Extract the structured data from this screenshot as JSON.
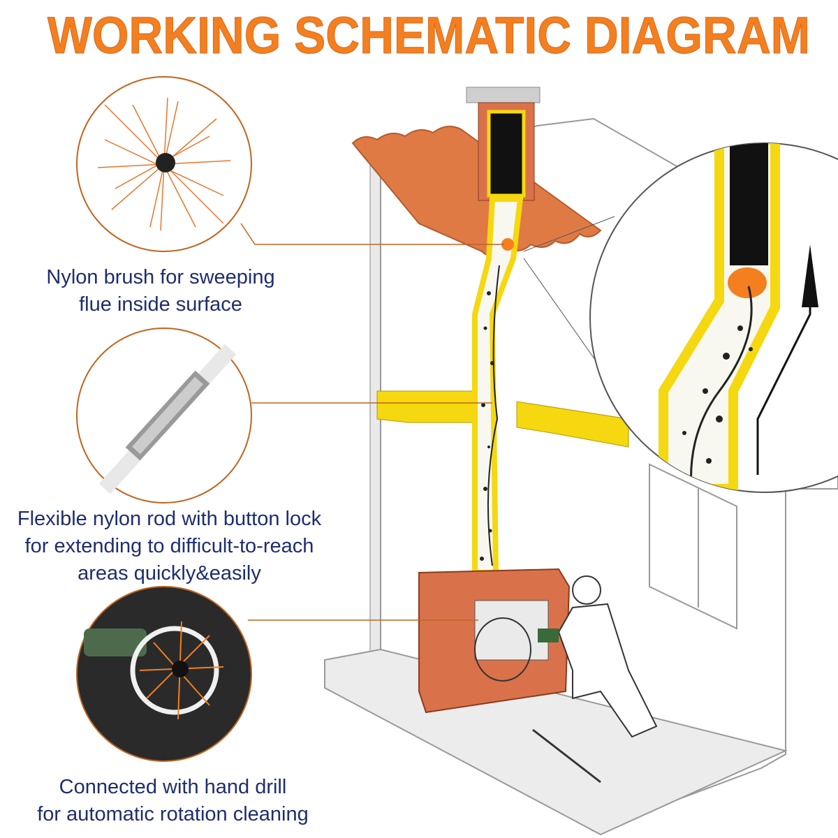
{
  "title": "WORKING SCHEMATIC DIAGRAM",
  "colors": {
    "accent": "#f47f1f",
    "caption": "#1f2d6e",
    "flue_yellow": "#f5d80f",
    "brick": "#d9724a"
  },
  "features": [
    {
      "icon": "nylon-brush",
      "lines": [
        "Nylon brush for sweeping",
        "flue inside surface"
      ]
    },
    {
      "icon": "rod-button-lock",
      "lines": [
        "Flexible nylon rod with button lock",
        "for extending to difficult-to-reach",
        "areas quickly&easily"
      ]
    },
    {
      "icon": "hand-drill",
      "lines": [
        "Connected with hand drill",
        "for automatic rotation cleaning"
      ]
    }
  ]
}
